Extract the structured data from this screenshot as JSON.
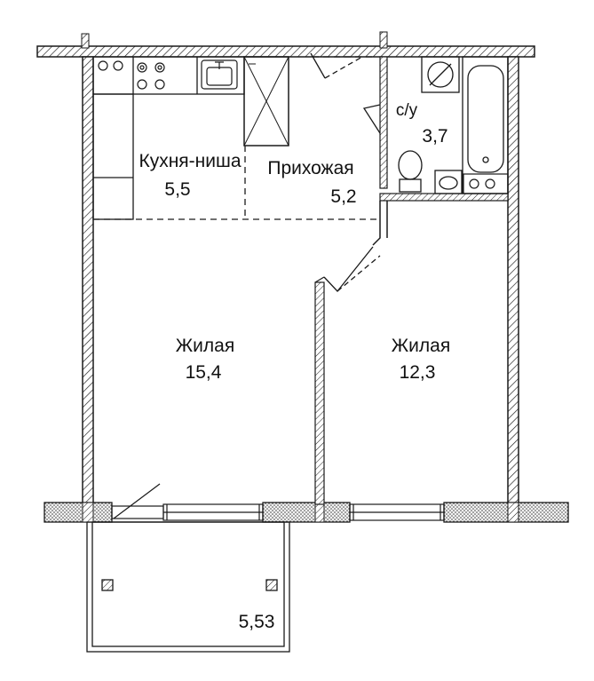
{
  "plan": {
    "rooms": [
      {
        "id": "kitchen",
        "name": "Кухня-ниша",
        "area": "5,5"
      },
      {
        "id": "hall",
        "name": "Прихожая",
        "area": "5,2"
      },
      {
        "id": "bath",
        "name": "с/у",
        "area": "3,7"
      },
      {
        "id": "living1",
        "name": "Жилая",
        "area": "15,4"
      },
      {
        "id": "living2",
        "name": "Жилая",
        "area": "12,3"
      }
    ],
    "balcony": {
      "area": "5,53"
    }
  },
  "colors": {
    "line": "#1a1a1a",
    "background": "#ffffff"
  }
}
